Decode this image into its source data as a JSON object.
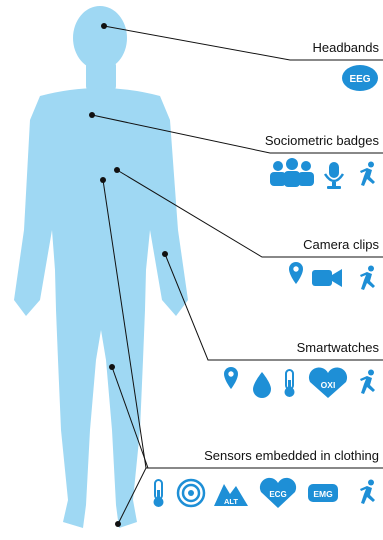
{
  "colors": {
    "body": "#9fd8f3",
    "icon": "#1e8fd6",
    "line": "#111111"
  },
  "categories": [
    {
      "label": "Headbands",
      "icons": [
        {
          "name": "eeg-badge-icon",
          "text": "EEG"
        }
      ]
    },
    {
      "label": "Sociometric badges",
      "icons": [
        {
          "name": "group-icon"
        },
        {
          "name": "microphone-icon"
        },
        {
          "name": "running-person-icon"
        }
      ]
    },
    {
      "label": "Camera clips",
      "icons": [
        {
          "name": "location-pin-icon"
        },
        {
          "name": "video-camera-icon"
        },
        {
          "name": "running-person-icon"
        }
      ]
    },
    {
      "label": "Smartwatches",
      "icons": [
        {
          "name": "location-pin-icon"
        },
        {
          "name": "water-drop-icon"
        },
        {
          "name": "thermometer-icon"
        },
        {
          "name": "oxi-heart-icon",
          "text": "OXI"
        },
        {
          "name": "running-person-icon"
        }
      ]
    },
    {
      "label": "Sensors embedded in clothing",
      "icons": [
        {
          "name": "thermometer-icon"
        },
        {
          "name": "target-icon"
        },
        {
          "name": "alt-mountain-icon",
          "text": "ALT"
        },
        {
          "name": "ecg-heart-icon",
          "text": "ECG"
        },
        {
          "name": "emg-badge-icon",
          "text": "EMG"
        },
        {
          "name": "running-person-icon"
        }
      ]
    }
  ]
}
